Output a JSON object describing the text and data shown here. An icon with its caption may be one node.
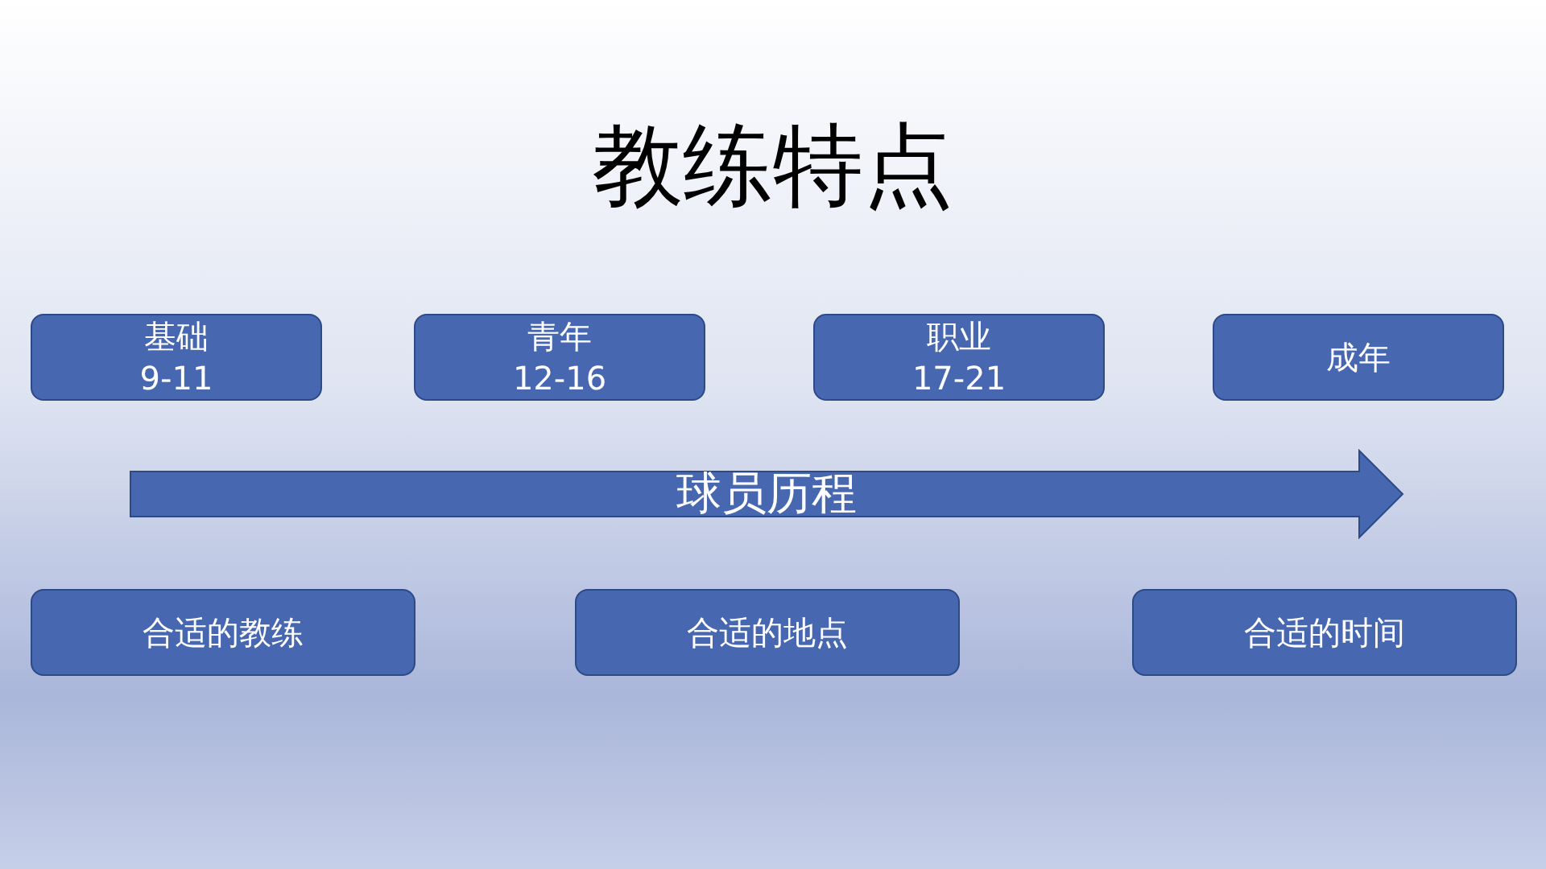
{
  "diagram": {
    "title": "教练特点",
    "nodes": [
      {
        "text": [
          "基础",
          "9-11"
        ]
      },
      {
        "text": [
          "青年",
          "12-16"
        ]
      },
      {
        "text": [
          "职业",
          "17-21"
        ]
      },
      {
        "text": [
          "成年"
        ]
      },
      {
        "text": [
          "球员历程"
        ]
      },
      {
        "text": [
          "合适的教练"
        ]
      },
      {
        "text": [
          "合适的地点"
        ]
      },
      {
        "text": [
          "合适的时间"
        ]
      }
    ]
  }
}
